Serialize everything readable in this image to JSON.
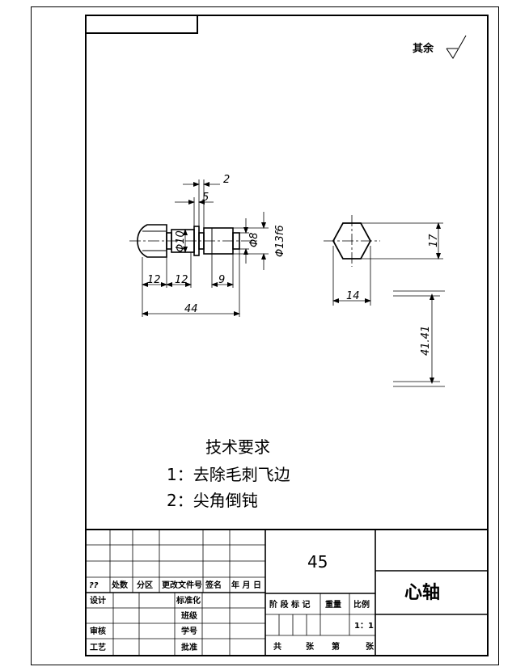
{
  "roughness": {
    "label": "其余"
  },
  "dimensions": {
    "d2": "2",
    "d5": "5",
    "phi10": "Φ10",
    "phi8": "Φ8",
    "phi13": "Φ13f6",
    "len12a": "12",
    "len12b": "12",
    "len9": "9",
    "len44": "44",
    "hex17": "17",
    "hex14": "14",
    "side414": "41.41"
  },
  "tech": {
    "title": "技术要求",
    "line1": "1：去除毛刺飞边",
    "line2": "2：尖角倒钝"
  },
  "titleblock": {
    "material": "45",
    "part_name": "心轴",
    "rev_headers": [
      "??",
      "处数",
      "分区",
      "更改文件号",
      "签名",
      "年 月 日"
    ],
    "left_labels": {
      "design": "设计",
      "review": "审核",
      "process": "工艺"
    },
    "mid_labels": {
      "standard": "标准化",
      "class": "班级",
      "student_no": "学号",
      "approve": "批准"
    },
    "stage_headers": {
      "stage": "阶 段 标 记",
      "weight": "重量",
      "scale": "比例"
    },
    "scale_value": "1：1",
    "sheet_footer": {
      "total": "共",
      "sheets1": "张",
      "num": "第",
      "sheets2": "张"
    }
  }
}
